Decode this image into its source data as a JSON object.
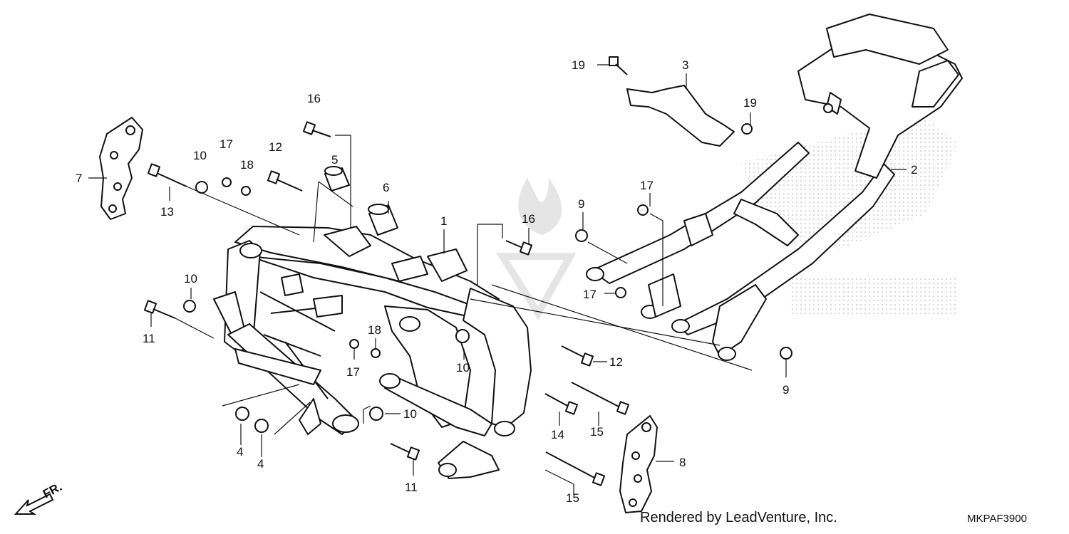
{
  "diagram": {
    "callouts": [
      {
        "id": "c7",
        "text": "7"
      },
      {
        "id": "c13",
        "text": "13"
      },
      {
        "id": "c10a",
        "text": "10"
      },
      {
        "id": "c17a",
        "text": "17"
      },
      {
        "id": "c18a",
        "text": "18"
      },
      {
        "id": "c12a",
        "text": "12"
      },
      {
        "id": "c16a",
        "text": "16"
      },
      {
        "id": "c5",
        "text": "5"
      },
      {
        "id": "c6",
        "text": "6"
      },
      {
        "id": "c1",
        "text": "1"
      },
      {
        "id": "c16b",
        "text": "16"
      },
      {
        "id": "c9a",
        "text": "9"
      },
      {
        "id": "c17b",
        "text": "17"
      },
      {
        "id": "c17c",
        "text": "17"
      },
      {
        "id": "c19a",
        "text": "19"
      },
      {
        "id": "c3",
        "text": "3"
      },
      {
        "id": "c19b",
        "text": "19"
      },
      {
        "id": "c2",
        "text": "2"
      },
      {
        "id": "c10b",
        "text": "10"
      },
      {
        "id": "c11a",
        "text": "11"
      },
      {
        "id": "c18b",
        "text": "18"
      },
      {
        "id": "c17d",
        "text": "17"
      },
      {
        "id": "c10c",
        "text": "10"
      },
      {
        "id": "c12b",
        "text": "12"
      },
      {
        "id": "c9b",
        "text": "9"
      },
      {
        "id": "c10d",
        "text": "10"
      },
      {
        "id": "c4a",
        "text": "4"
      },
      {
        "id": "c4b",
        "text": "4"
      },
      {
        "id": "c14",
        "text": "14"
      },
      {
        "id": "c15a",
        "text": "15"
      },
      {
        "id": "c11b",
        "text": "11"
      },
      {
        "id": "c15b",
        "text": "15"
      },
      {
        "id": "c8",
        "text": "8"
      }
    ],
    "orientation": "FR.",
    "credit": "Rendered by LeadVenture, Inc.",
    "code": "MKPAF3900"
  }
}
